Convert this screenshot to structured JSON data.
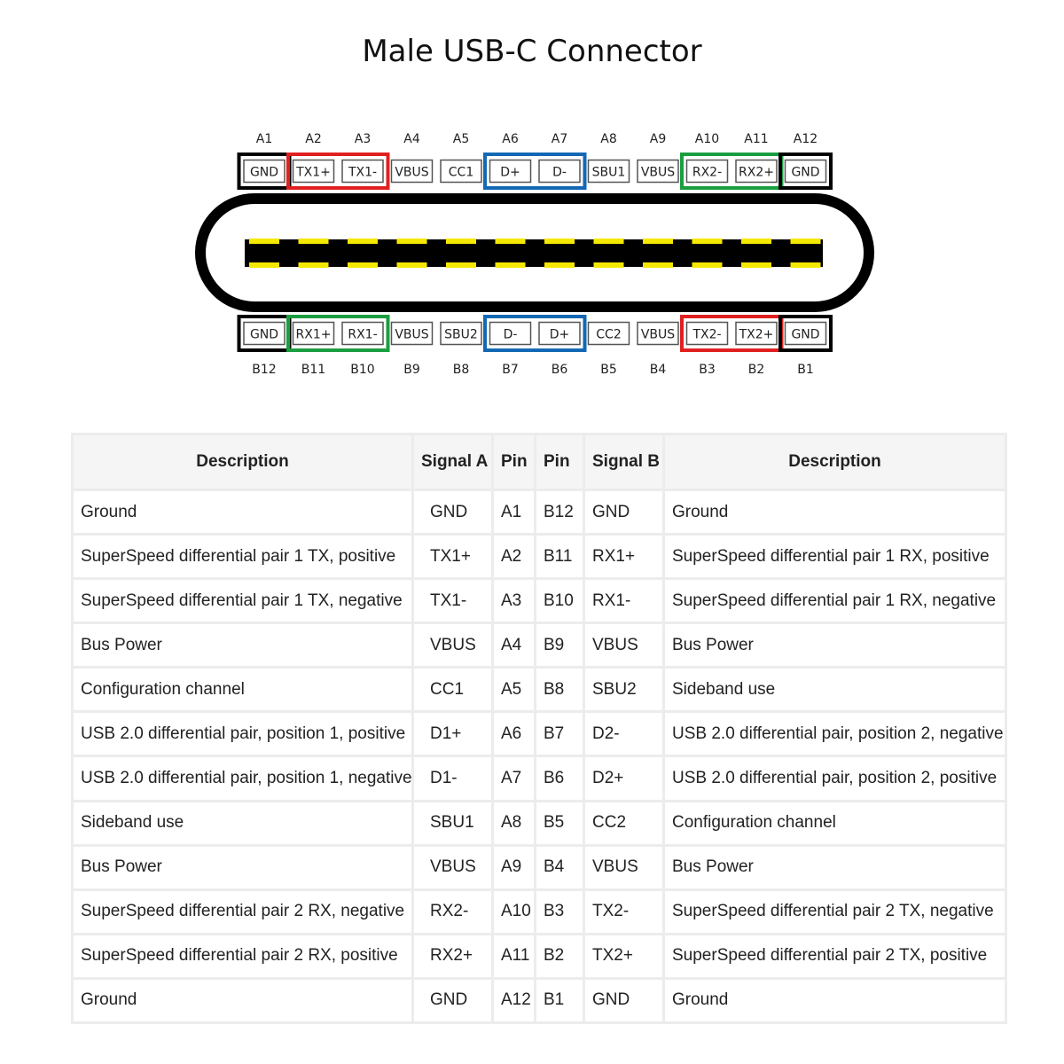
{
  "title": "Male USB-C Connector",
  "connector": {
    "top_row": [
      {
        "pin": "A1",
        "signal": "GND"
      },
      {
        "pin": "A2",
        "signal": "TX1+"
      },
      {
        "pin": "A3",
        "signal": "TX1-"
      },
      {
        "pin": "A4",
        "signal": "VBUS"
      },
      {
        "pin": "A5",
        "signal": "CC1"
      },
      {
        "pin": "A6",
        "signal": "D+"
      },
      {
        "pin": "A7",
        "signal": "D-"
      },
      {
        "pin": "A8",
        "signal": "SBU1"
      },
      {
        "pin": "A9",
        "signal": "VBUS"
      },
      {
        "pin": "A10",
        "signal": "RX2-"
      },
      {
        "pin": "A11",
        "signal": "RX2+"
      },
      {
        "pin": "A12",
        "signal": "GND"
      }
    ],
    "bottom_row": [
      {
        "pin": "B12",
        "signal": "GND"
      },
      {
        "pin": "B11",
        "signal": "RX1+"
      },
      {
        "pin": "B10",
        "signal": "RX1-"
      },
      {
        "pin": "B9",
        "signal": "VBUS"
      },
      {
        "pin": "B8",
        "signal": "SBU2"
      },
      {
        "pin": "B7",
        "signal": "D-"
      },
      {
        "pin": "B6",
        "signal": "D+"
      },
      {
        "pin": "B5",
        "signal": "CC2"
      },
      {
        "pin": "B4",
        "signal": "VBUS"
      },
      {
        "pin": "B3",
        "signal": "TX2-"
      },
      {
        "pin": "B2",
        "signal": "TX2+"
      },
      {
        "pin": "B1",
        "signal": "GND"
      }
    ],
    "group_colors": {
      "ground": "#000000",
      "tx": "#e02020",
      "rx": "#1a9e3f",
      "usb2": "#1368b4"
    },
    "top_groups": [
      {
        "from": 0,
        "to": 0,
        "color": "ground"
      },
      {
        "from": 1,
        "to": 2,
        "color": "tx"
      },
      {
        "from": 5,
        "to": 6,
        "color": "usb2"
      },
      {
        "from": 9,
        "to": 10,
        "color": "rx"
      },
      {
        "from": 11,
        "to": 11,
        "color": "ground"
      }
    ],
    "bottom_groups": [
      {
        "from": 0,
        "to": 0,
        "color": "ground"
      },
      {
        "from": 1,
        "to": 2,
        "color": "rx"
      },
      {
        "from": 5,
        "to": 6,
        "color": "usb2"
      },
      {
        "from": 9,
        "to": 10,
        "color": "tx"
      },
      {
        "from": 11,
        "to": 11,
        "color": "ground"
      }
    ],
    "contact_colors": {
      "body": "#000000",
      "contact": "#f5e800"
    }
  },
  "table": {
    "headers": [
      "Description",
      "Signal A",
      "Pin",
      "Pin",
      "Signal B",
      "Description"
    ],
    "rows": [
      [
        "Ground",
        "GND",
        "A1",
        "B12",
        "GND",
        "Ground"
      ],
      [
        "SuperSpeed differential pair 1 TX, positive",
        "TX1+",
        "A2",
        "B11",
        "RX1+",
        "SuperSpeed differential pair 1 RX, positive"
      ],
      [
        "SuperSpeed differential pair 1 TX, negative",
        "TX1-",
        "A3",
        "B10",
        "RX1-",
        "SuperSpeed differential pair 1 RX, negative"
      ],
      [
        "Bus Power",
        "VBUS",
        "A4",
        "B9",
        "VBUS",
        "Bus Power"
      ],
      [
        "Configuration channel",
        "CC1",
        "A5",
        "B8",
        "SBU2",
        "Sideband use"
      ],
      [
        "USB 2.0 differential pair, position 1, positive",
        "D1+",
        "A6",
        "B7",
        "D2-",
        "USB 2.0 differential pair, position 2, negative"
      ],
      [
        "USB 2.0 differential pair, position 1, negative",
        "D1-",
        "A7",
        "B6",
        "D2+",
        "USB 2.0 differential pair, position 2, positive"
      ],
      [
        "Sideband use",
        "SBU1",
        "A8",
        "B5",
        "CC2",
        "Configuration channel"
      ],
      [
        "Bus Power",
        "VBUS",
        "A9",
        "B4",
        "VBUS",
        "Bus Power"
      ],
      [
        "SuperSpeed differential pair 2 RX, negative",
        "RX2-",
        "A10",
        "B3",
        "TX2-",
        "SuperSpeed differential pair 2 TX, negative"
      ],
      [
        "SuperSpeed differential pair 2 RX, positive",
        "RX2+",
        "A11",
        "B2",
        "TX2+",
        "SuperSpeed differential pair 2 TX, positive"
      ],
      [
        "Ground",
        "GND",
        "A12",
        "B1",
        "GND",
        "Ground"
      ]
    ]
  }
}
